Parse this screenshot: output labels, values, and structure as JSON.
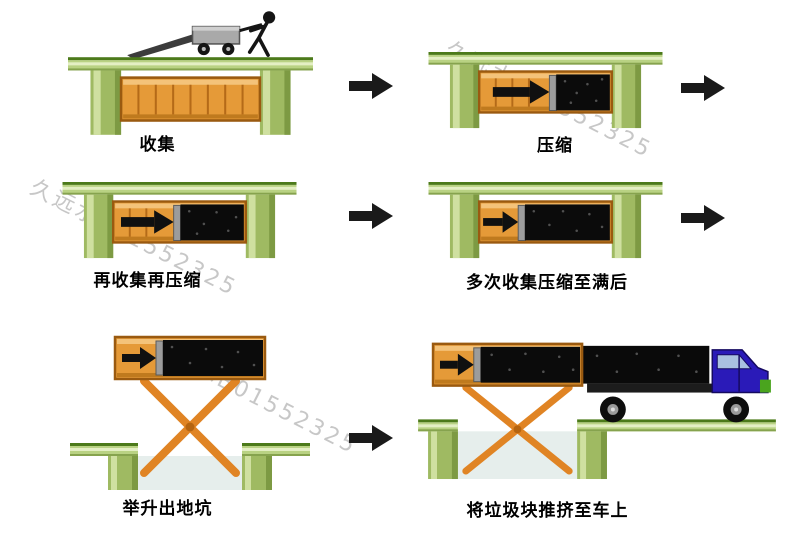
{
  "steps": [
    {
      "label": "收集"
    },
    {
      "label": "压缩"
    },
    {
      "label": "再收集再压缩"
    },
    {
      "label": "多次收集压缩至满后"
    },
    {
      "label": "举升出地坑"
    },
    {
      "label": "将垃圾块推挤至车上"
    }
  ],
  "watermark": {
    "text": "久远水B01552325"
  },
  "colors": {
    "ground_fill": "#b9d283",
    "ground_edge": "#4c7a1a",
    "pit_wall": "#9fba62",
    "container_orange": "#e59a38",
    "container_border": "#9a5a10",
    "waste_black": "#0c0c0c",
    "pusher_plate_gray": "#9c9c9c",
    "flow_arrow_black": "#1a1a1a",
    "scissor_lift_orange": "#e08424",
    "truck_blue": "#2a1ab8",
    "truck_bumper_green": "#4aa41e"
  }
}
